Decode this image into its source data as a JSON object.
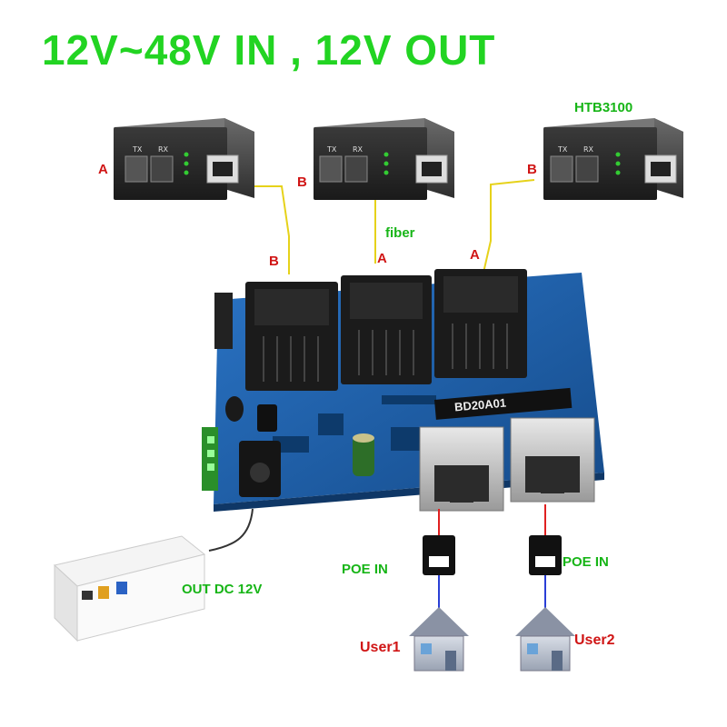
{
  "title": "12V~48V IN , 12V OUT",
  "converters": [
    {
      "port_label": "A",
      "tx": "TX",
      "rx": "RX"
    },
    {
      "port_label": "B",
      "tx": "TX",
      "rx": "RX"
    },
    {
      "port_label": "B",
      "tx": "TX",
      "rx": "RX",
      "model": "HTB3100"
    }
  ],
  "fiber_label": "fiber",
  "board_port_labels": [
    "B",
    "A",
    "A"
  ],
  "board_chip_text": "BD20A01",
  "poe": [
    {
      "label": "POE IN",
      "user": "User1"
    },
    {
      "label": "POE IN",
      "user": "User2"
    }
  ],
  "out_label": "OUT DC 12V",
  "colors": {
    "title": "#22d422",
    "label_green": "#17b517",
    "label_red": "#d01515",
    "fiber": "#e6d21a",
    "board": "#1d5fa8",
    "cable_red": "#e02020",
    "cable_blue": "#2a3fd6"
  }
}
